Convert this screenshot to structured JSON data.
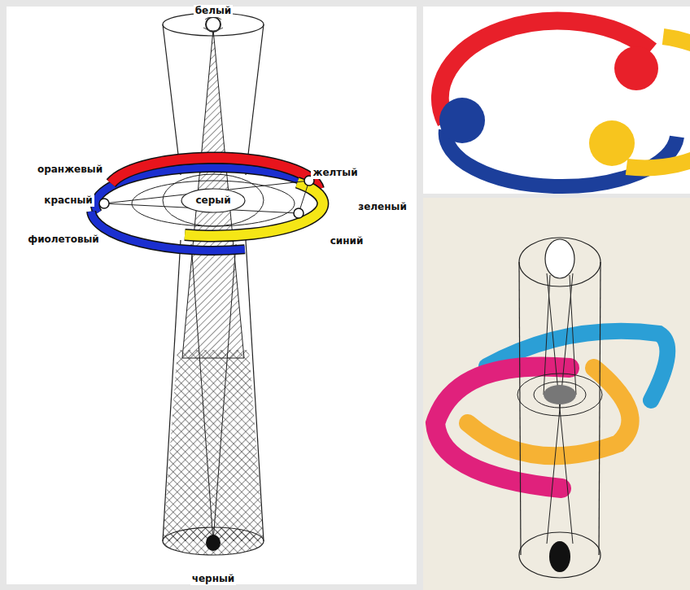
{
  "diagram": {
    "nodes": [
      {
        "text": [
          "серый"
        ]
      }
    ],
    "labels": [
      "белый",
      "оранжевый",
      "желтый",
      "красный",
      "зеленый",
      "фиолетовый",
      "синий",
      "черный"
    ]
  }
}
